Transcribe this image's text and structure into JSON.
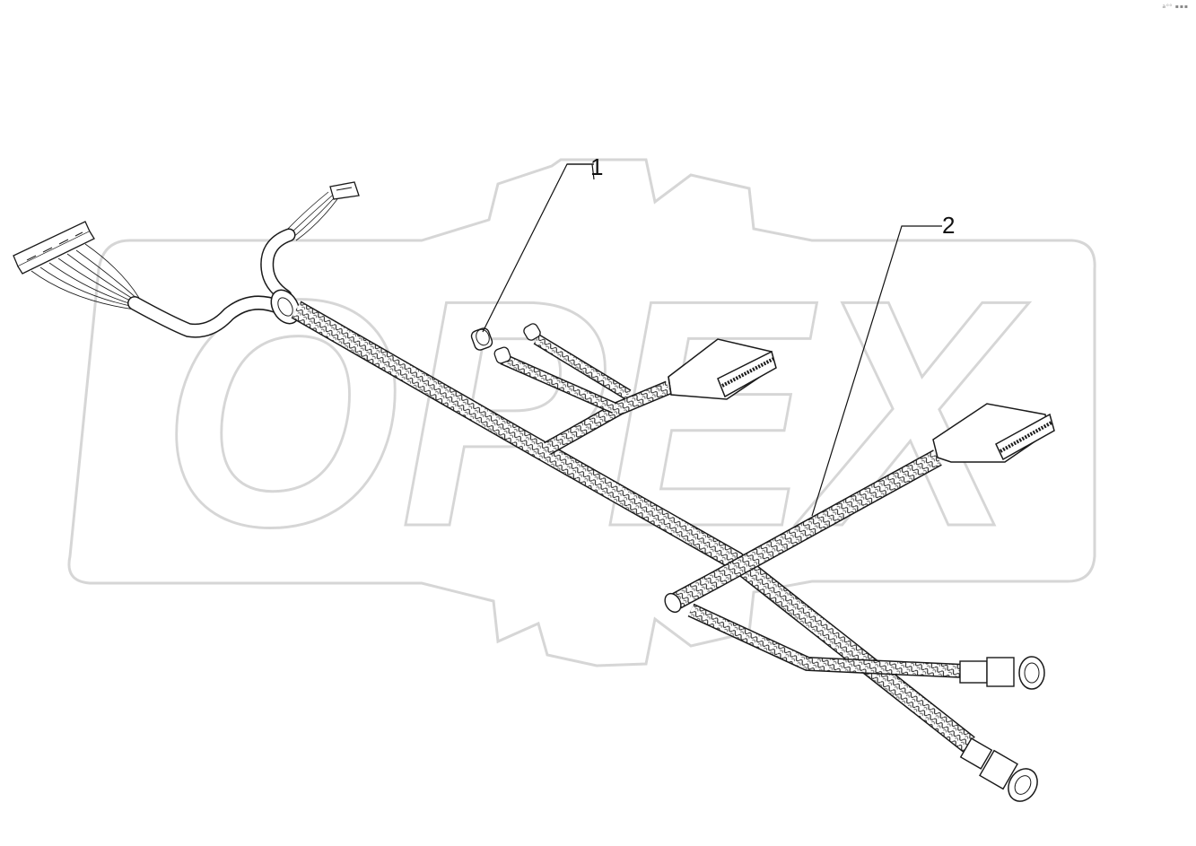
{
  "diagram": {
    "type": "exploded-parts-drawing",
    "watermark": {
      "text": "OPEX",
      "color": "#d6d6d6"
    },
    "corner_tag": "a⁰⁰ ▪▪▪",
    "callouts": [
      {
        "number": "1"
      },
      {
        "number": "2"
      }
    ],
    "line_color": "#1a1a1a"
  }
}
